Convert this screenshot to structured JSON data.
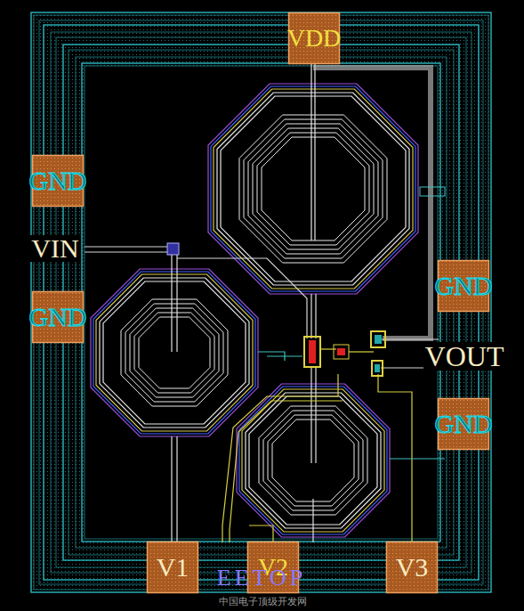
{
  "diagram": {
    "nodes": [
      {
        "text": [
          "VDD"
        ]
      },
      {
        "text": [
          "GND"
        ]
      },
      {
        "text": [
          "GND"
        ]
      },
      {
        "text": [
          "GND"
        ]
      },
      {
        "text": [
          "GND"
        ]
      },
      {
        "text": [
          "V1"
        ]
      },
      {
        "text": [
          "V2"
        ]
      },
      {
        "text": [
          "V3"
        ]
      }
    ],
    "labels": [
      "VIN",
      "VOUT",
      "EETOP",
      "中国电子顶级开发网"
    ]
  }
}
